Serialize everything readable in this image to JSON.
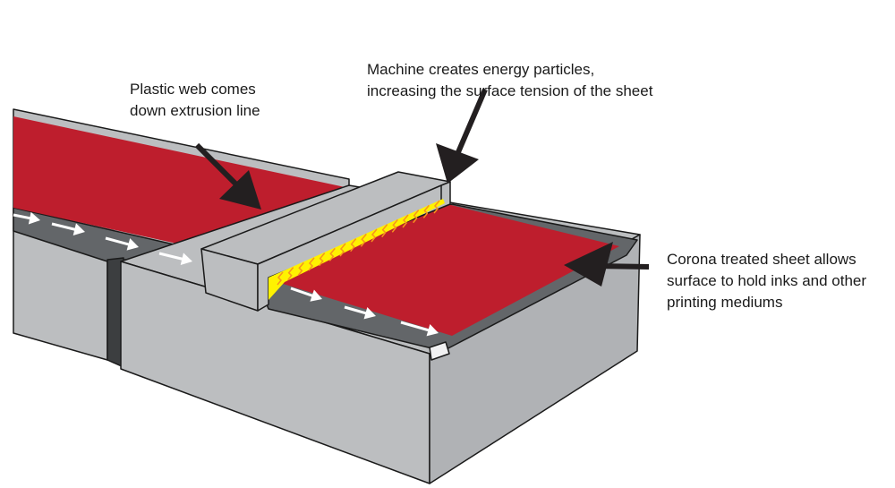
{
  "labels": {
    "plastic_web": [
      "Plastic web comes",
      "down extrusion line"
    ],
    "machine": [
      "Machine creates energy particles,",
      "increasing the surface tension of the sheet"
    ],
    "corona": [
      "Corona treated sheet allows",
      "surface to hold inks and other",
      "printing mediums"
    ]
  },
  "colors": {
    "sheet": "#be1e2d",
    "block": "#bcbec0",
    "belt": "#636669",
    "emitter": "#fff200",
    "spark": "#f7941d",
    "arrow": "#231f20"
  }
}
